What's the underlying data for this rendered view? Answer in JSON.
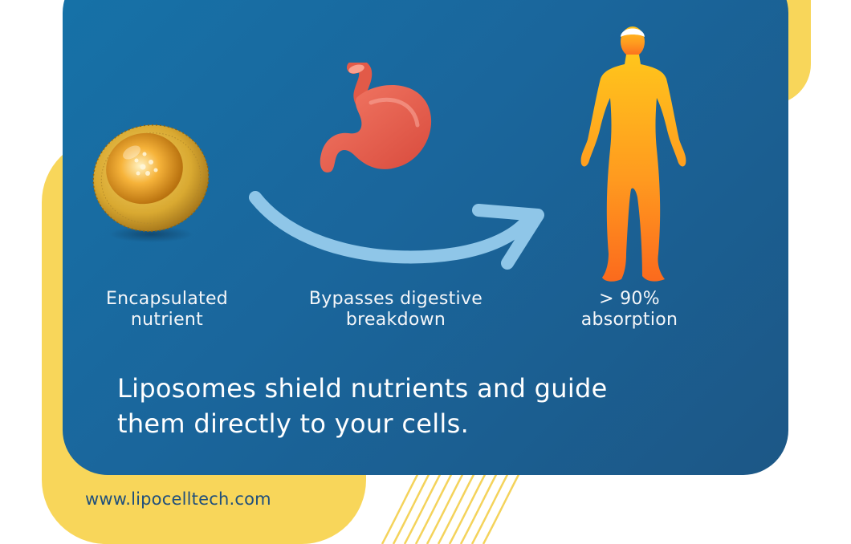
{
  "steps": [
    {
      "label_line1": "Encapsulated",
      "label_line2": "nutrient",
      "icon": "liposome-icon"
    },
    {
      "label_line1": "Bypasses digestive",
      "label_line2": "breakdown",
      "icon": "stomach-icon"
    },
    {
      "label_line1": "> 90%",
      "label_line2": "absorption",
      "icon": "human-body-icon"
    }
  ],
  "tagline": {
    "line1": "Liposomes shield nutrients and guide",
    "line2": "them directly to your cells."
  },
  "website": "www.lipocelltech.com",
  "colors": {
    "panel": "#1a669c",
    "accent_yellow": "#f8d65a",
    "arrow": "#8fc6e8",
    "text_light": "#f4f6f9",
    "url_text": "#1f4f7c"
  }
}
